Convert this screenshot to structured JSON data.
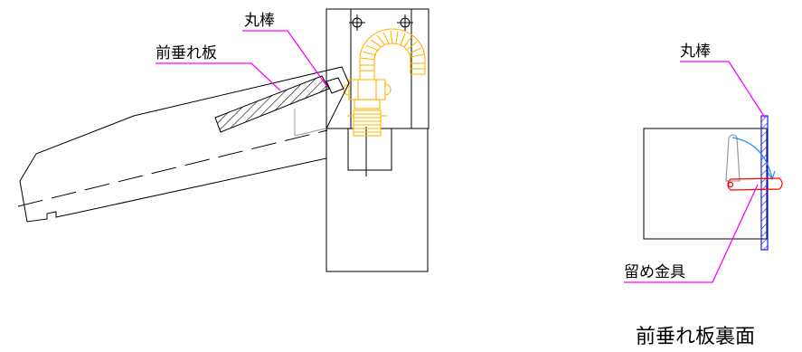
{
  "labels": {
    "round_bar_left": "丸棒",
    "front_panel": "前垂れ板",
    "round_bar_right": "丸棒",
    "bracket": "留め金具",
    "caption": "前垂れ板裏面"
  },
  "colors": {
    "line": "#000000",
    "leader": "#ff00ff",
    "hose": "#ffb400",
    "bar": "#1a1aff",
    "bracket": "#ff0000",
    "arrow": "#1e90ff",
    "ghost": "#9a9a9a"
  }
}
